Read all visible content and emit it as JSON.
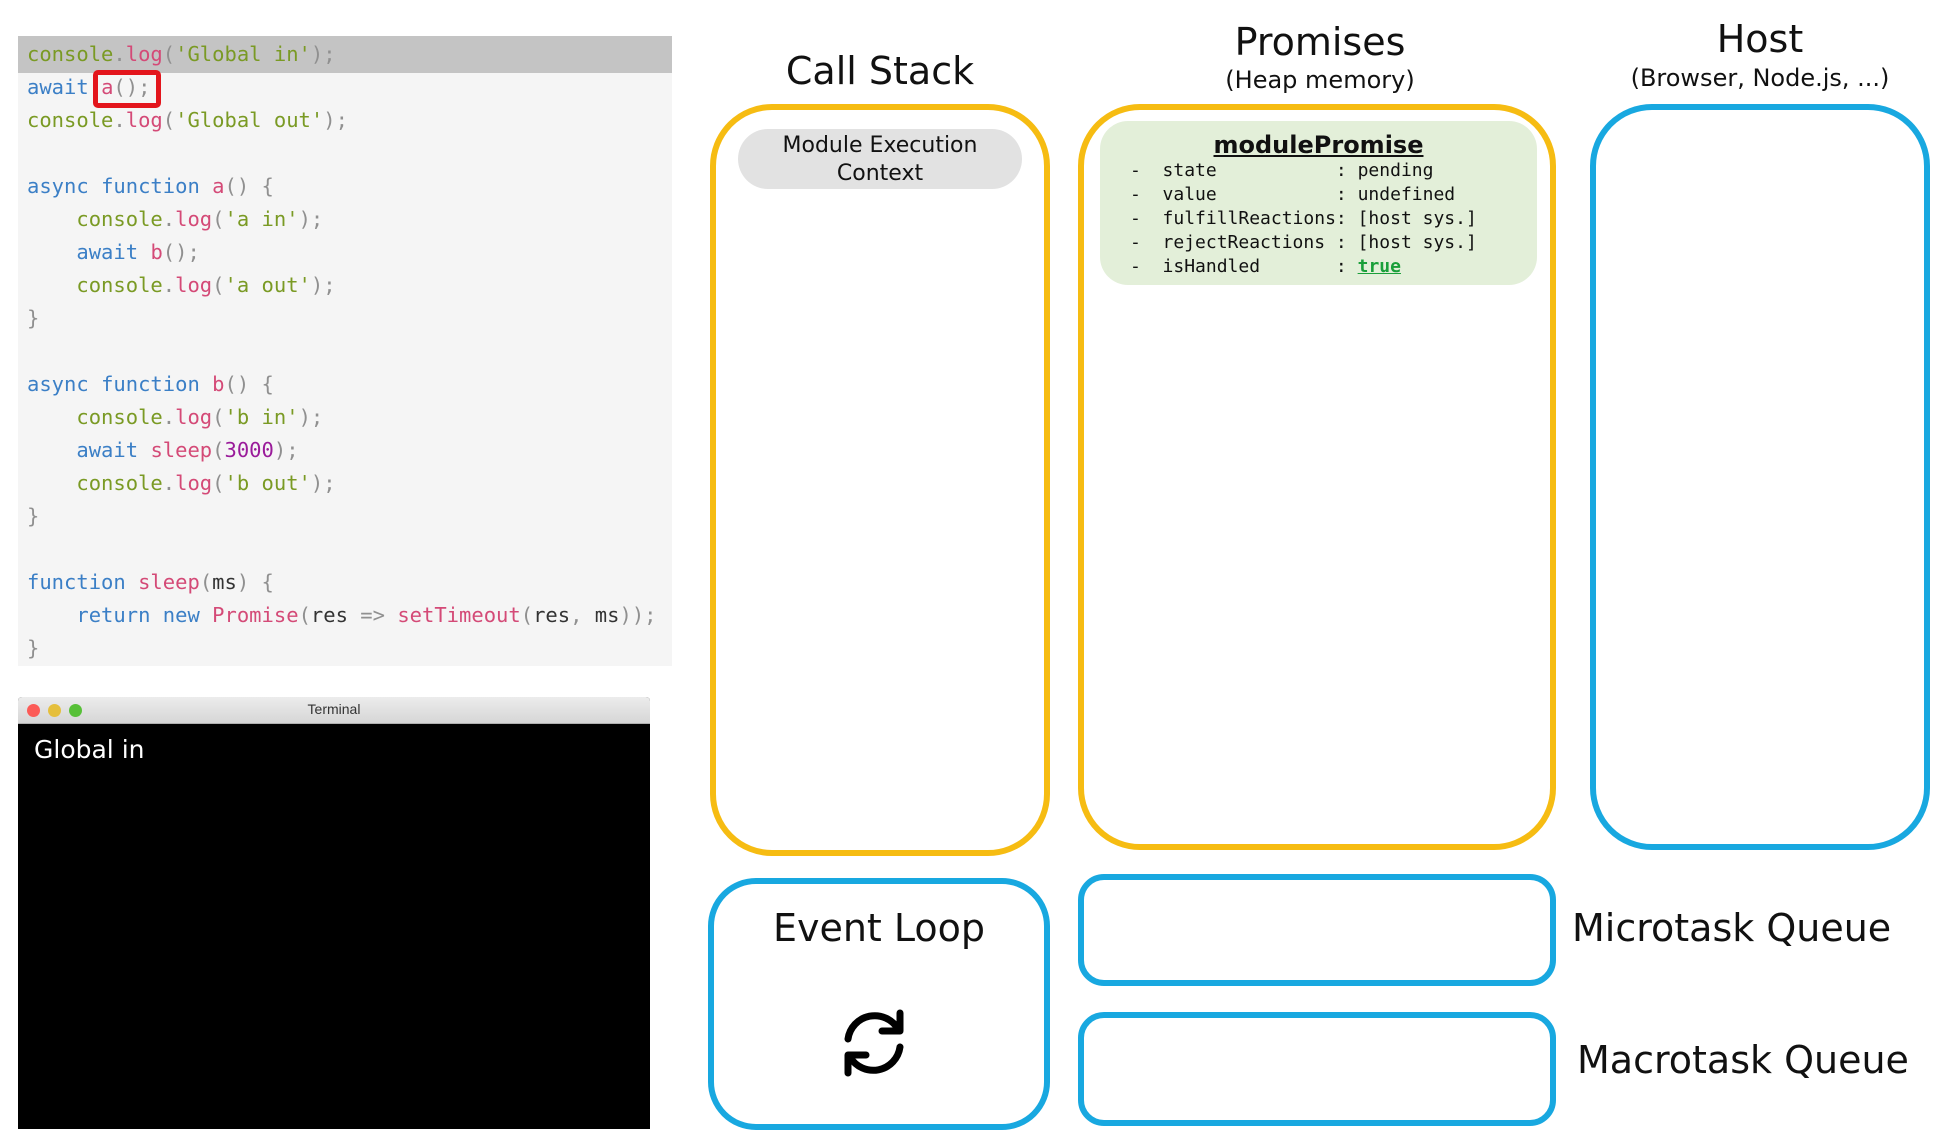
{
  "code": {
    "line_1": "console.log('Global in');",
    "line_2": "await a();",
    "line_3": "console.log('Global out');",
    "line_5": "async function a() {",
    "line_6": "    console.log('a in');",
    "line_7": "    await b();",
    "line_8": "    console.log('a out');",
    "line_9": "}",
    "line_11": "async function b() {",
    "line_12": "    console.log('b in');",
    "line_13": "    await sleep(3000);",
    "line_14": "    console.log('b out');",
    "line_15": "}",
    "line_17": "function sleep(ms) {",
    "line_18": "    return new Promise(res => setTimeout(res, ms));",
    "line_19": "}"
  },
  "terminal": {
    "title": "Terminal",
    "output": "Global in"
  },
  "call_stack": {
    "title": "Call Stack",
    "frame_line1": "Module Execution",
    "frame_line2": "Context"
  },
  "promises": {
    "title": "Promises",
    "subtitle": "(Heap memory)",
    "card_title": "modulePromise",
    "props": [
      {
        "key": "state",
        "value": "pending"
      },
      {
        "key": "value",
        "value": "undefined"
      },
      {
        "key": "fulfillReactions",
        "value": "[host sys.]"
      },
      {
        "key": "rejectReactions",
        "value": "[host sys.]"
      },
      {
        "key": "isHandled",
        "value": "true"
      }
    ]
  },
  "host": {
    "title": "Host",
    "subtitle": "(Browser, Node.js, ...)"
  },
  "event_loop": {
    "title": "Event Loop"
  },
  "microtask": {
    "label": "Microtask Queue"
  },
  "macrotask": {
    "label": "Macrotask Queue"
  },
  "colors": {
    "yellow_border": "#f6bc12",
    "blue_border": "#18a8e0",
    "promise_card": "#e3efd9",
    "highlight_red": "#e3151c"
  }
}
